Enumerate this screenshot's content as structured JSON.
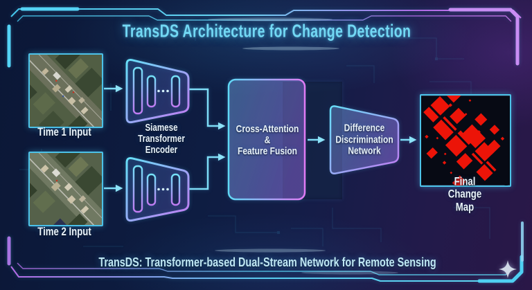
{
  "title": "TransDS Architecture for Change Detection",
  "caption": "TransDS: Transformer-based Dual-Stream Network for Remote Sensing",
  "nodes": {
    "input1_label": "Time 1 Input",
    "input2_label": "Time 2 Input",
    "encoder_label": "Siamese\nTransformer\nEncoder",
    "fusion_label": "Cross-Attention\n&\nFeature Fusion",
    "ddn_label": "Difference\nDiscrimination\nNetwork",
    "output_label": "Final Change Map"
  },
  "icons": {
    "sparkle": "four-point-star"
  },
  "colors": {
    "accent_cyan": "#5fd4f2",
    "accent_purple": "#c277ee",
    "arrow": "#7eddf7",
    "title_text": "#72d8f4",
    "label_text": "#e9f3fb",
    "change_red": "#ec1408",
    "background": "#0e1d42"
  }
}
